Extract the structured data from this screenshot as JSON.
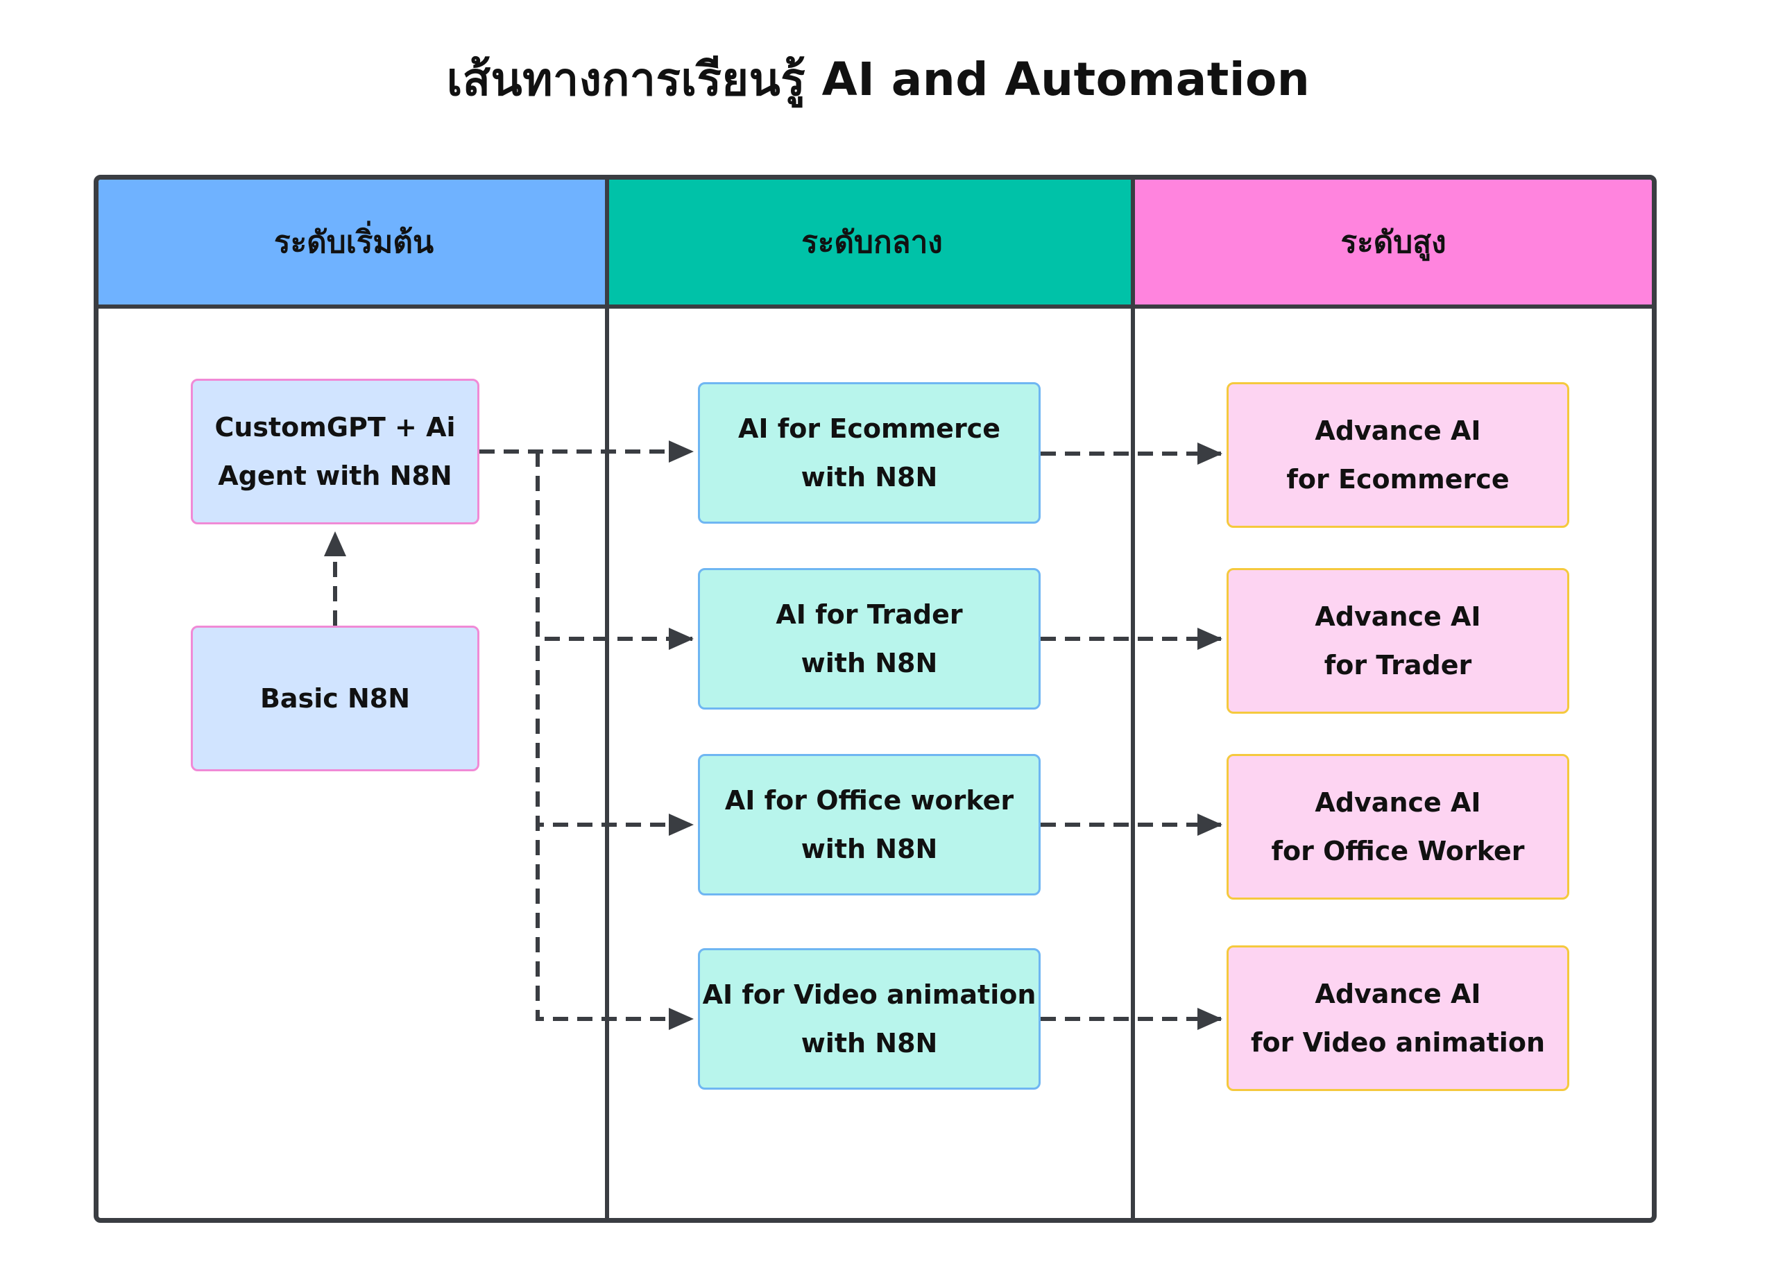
{
  "title": "เส้นทางการเรียนรู้ AI and Automation",
  "colors": {
    "frame": "#3a3d42",
    "beginner_header": "#6fb2ff",
    "intermediate_header": "#00c2a8",
    "advanced_header": "#ff84de",
    "beginner_node_fill": "#d1e4ff",
    "beginner_node_border": "#f08ad6",
    "intermediate_node_fill": "#b8f5ec",
    "intermediate_node_border": "#6fb6f2",
    "advanced_node_fill": "#fdd4f2",
    "advanced_node_border": "#f5c93e",
    "connector": "#3a3d42"
  },
  "columns": [
    {
      "label": "ระดับเริ่มต้น"
    },
    {
      "label": "ระดับกลาง"
    },
    {
      "label": "ระดับสูง"
    }
  ],
  "nodes": {
    "basic_custom_gpt": "CustomGPT + Ai\nAgent with N8N",
    "basic_n8n": "Basic N8N",
    "ai_ecommerce": "AI for Ecommerce\nwith N8N",
    "ai_trader": "AI for Trader\nwith N8N",
    "ai_office": "AI for Office worker\nwith N8N",
    "ai_video": "AI for Video animation\nwith N8N",
    "adv_ecommerce": "Advance AI\nfor Ecommerce",
    "adv_trader": "Advance AI\nfor Trader",
    "adv_office": "Advance AI\nfor Office Worker",
    "adv_video": "Advance AI\nfor Video animation"
  },
  "edges": [
    {
      "from": "Basic N8N",
      "to": "CustomGPT + Ai Agent with N8N",
      "style": "dashed"
    },
    {
      "from": "CustomGPT + Ai Agent with N8N",
      "to": "AI for Ecommerce with N8N",
      "style": "dashed"
    },
    {
      "from": "CustomGPT + Ai Agent with N8N",
      "to": "AI for Trader with N8N",
      "style": "dashed"
    },
    {
      "from": "CustomGPT + Ai Agent with N8N",
      "to": "AI for Office worker with N8N",
      "style": "dashed"
    },
    {
      "from": "CustomGPT + Ai Agent with N8N",
      "to": "AI for Video animation with N8N",
      "style": "dashed"
    },
    {
      "from": "AI for Ecommerce with N8N",
      "to": "Advance AI for Ecommerce",
      "style": "dashed"
    },
    {
      "from": "AI for Trader with N8N",
      "to": "Advance AI for Trader",
      "style": "dashed"
    },
    {
      "from": "AI for Office worker with N8N",
      "to": "Advance AI for Office Worker",
      "style": "dashed"
    },
    {
      "from": "AI for Video animation with N8N",
      "to": "Advance AI for Video animation",
      "style": "dashed"
    }
  ]
}
